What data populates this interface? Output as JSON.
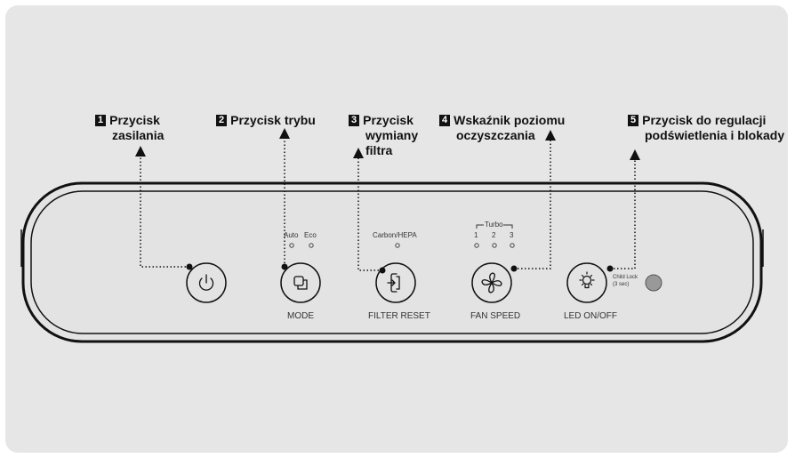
{
  "callouts": [
    {
      "number": "1",
      "line1": "Przycisk",
      "line2": "zasilania"
    },
    {
      "number": "2",
      "line1": "Przycisk trybu"
    },
    {
      "number": "3",
      "line1": "Przycisk",
      "line2": "wymiany",
      "line3": "filtra"
    },
    {
      "number": "4",
      "line1": "Wskaźnik poziomu",
      "line2": "oczyszczania"
    },
    {
      "number": "5",
      "line1": "Przycisk do regulacji",
      "line2": "podświetlenia i blokady"
    }
  ],
  "panel": {
    "mode_indicators": [
      "Auto",
      "Eco"
    ],
    "filter_indicator": "Carbon/HEPA",
    "turbo_label": "Turbo",
    "fan_levels": [
      "1",
      "2",
      "3"
    ],
    "buttons": {
      "mode": "MODE",
      "filter_reset": "FILTER RESET",
      "fan_speed": "FAN SPEED",
      "led": "LED ON/OFF"
    },
    "child_lock_line1": "Child Lock",
    "child_lock_line2": "(3 sec)"
  },
  "icons": {
    "power": "power-icon",
    "mode": "mode-icon",
    "filter": "filter-icon",
    "fan": "fan-icon",
    "led": "lightbulb-icon",
    "child_lock_led": "indicator-led"
  },
  "colors": {
    "background": "#e6e6e6",
    "panel": "#e3e3e3",
    "outline": "#111111",
    "lock_indicator": "#999999"
  }
}
